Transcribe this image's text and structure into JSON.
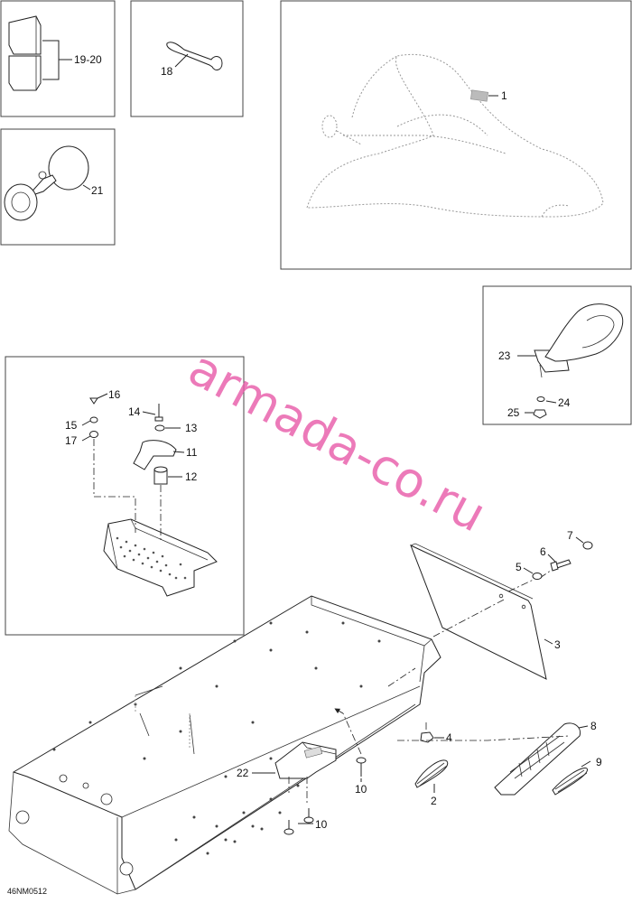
{
  "watermark": "armada-co.ru",
  "figure_code": "46NM0512",
  "callouts": {
    "c1": "1",
    "c2": "2",
    "c3": "3",
    "c4": "4",
    "c5": "5",
    "c6": "6",
    "c7": "7",
    "c8": "8",
    "c9": "9",
    "c10a": "10",
    "c10b": "10",
    "c11": "11",
    "c12": "12",
    "c13": "13",
    "c14": "14",
    "c15": "15",
    "c16": "16",
    "c17": "17",
    "c18": "18",
    "c1920": "19-20",
    "c21": "21",
    "c22": "22",
    "c23": "23",
    "c24": "24",
    "c25": "25"
  },
  "colors": {
    "watermark": "#e85aa8",
    "line": "#222222",
    "ghost": "#999999"
  }
}
